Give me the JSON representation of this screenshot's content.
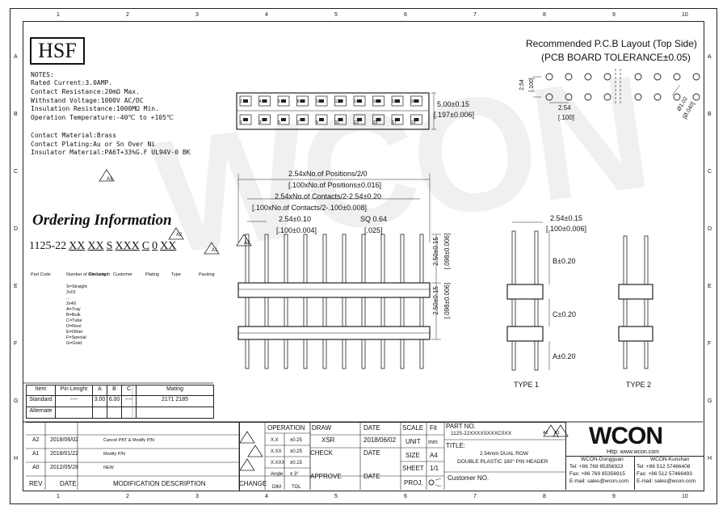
{
  "border": {
    "cols": [
      "1",
      "2",
      "3",
      "4",
      "5",
      "6",
      "7",
      "8",
      "9",
      "10"
    ],
    "rows": [
      "A",
      "B",
      "C",
      "D",
      "E",
      "F",
      "G",
      "H"
    ]
  },
  "logo_hsf": "HSF",
  "notes": {
    "title": "NOTES:",
    "lines": [
      "Rated Current:3.0AMP.",
      "Contact Resistance:20mΩ Max.",
      "Withstand Voltage:1000V AC/DC",
      "Insulation Resistance:1000MΩ Min.",
      "Operation Temperature:-40℃ to +105℃",
      "",
      "Contact Material:Brass",
      "Contact Plating:Au or Sn Over Ni",
      "Insulator Material:PA6T+33%G.F UL94V-0 BK"
    ],
    "rev_mark": "A3"
  },
  "ordering": {
    "title": "Ordering Information",
    "code": [
      "1125-22",
      "XX",
      "XX",
      "S",
      "XXX",
      "C",
      "0",
      "XX"
    ],
    "labels": [
      "Part Code",
      "Number of Contacts",
      "Pin Length",
      "Customer",
      "Plating",
      "Type",
      "Packing"
    ],
    "pin_list": [
      "S=Straight",
      "2x01",
      "...",
      "2x40",
      "A=Tray",
      "B=Bulk",
      "C=Tube",
      "D=Reel",
      "E=Other",
      "F=Special",
      "G=Gold"
    ],
    "rev_marks": [
      "A2",
      "A1"
    ]
  },
  "layout": {
    "title": "Recommended P.C.B Layout (Top Side)",
    "subtitle": "(PCB BOARD TOLERANCE±0.05)",
    "dim_254_v": "2.54",
    "dim_100_v": "[.100]",
    "dim_254_h": "2.54",
    "dim_100_h": "[.100]",
    "hole": "Ø1.02",
    "hole_in": "[Ø.040]"
  },
  "top_view": {
    "dim_h": "5.00±0.15",
    "dim_h_in": "[.197±0.006]",
    "pin_labels": [
      "2",
      "4",
      "6",
      "8",
      "10",
      "12",
      "14",
      "16",
      "18",
      "20"
    ],
    "pin_labels_bottom": [
      "1",
      "3",
      "5",
      "7",
      "9",
      "11",
      "13",
      "15",
      "17",
      "19"
    ]
  },
  "front_view": {
    "d1": "2.54xNo.of Positions/2/0",
    "d1_in": "[.100xNo.of Positions±0.016]",
    "d2": "2.54xNo.of Contacts/2-2.54±0.20",
    "d2_in": "[.100xNo.of Contacts/2-.100±0.008]",
    "d3": "2.54±0.10",
    "d3_in": "[.100±0.004]",
    "d4": "SQ 0.64",
    "d4_in": "[.025]",
    "d5": "2.50±0.15",
    "d5_in": "[.098±0.006]",
    "d6": "2.50±0.15",
    "d6_in": "[.098±0.006]",
    "rev_mark": "A2"
  },
  "side_views": {
    "d_pitch": "2.54±0.15",
    "d_pitch_in": "[.100±0.006]",
    "b": "B±0.20",
    "c": "C±0.20",
    "a": "A±0.20",
    "type1": "TYPE 1",
    "type2": "TYPE 2"
  },
  "pin_table": {
    "headers": [
      "Item",
      "Pin Lenght",
      "A",
      "B",
      "C",
      "Mating"
    ],
    "rows": [
      [
        "Standard",
        "----",
        "3.00",
        "6.00",
        "----",
        "2171 2185"
      ],
      [
        "Alternate",
        "",
        "",
        "",
        "",
        ""
      ]
    ]
  },
  "revisions": {
    "rows": [
      [
        "A2",
        "2018/06/02",
        "Cancel PBT & Modify P/N"
      ],
      [
        "A1",
        "2018/01/22",
        "Modify P/N"
      ],
      [
        "A0",
        "2012/05/28",
        "NEW"
      ]
    ],
    "header": [
      "REV",
      "DATE",
      "MODIFICATION DESCRIPTION",
      "CHANGE"
    ],
    "dim_col": "DIM",
    "tol_col": "TOL"
  },
  "tolerance": {
    "operation": "OPERATION",
    "rows": [
      [
        "X.X",
        "±0.25"
      ],
      [
        "X.XX",
        "±0.25"
      ],
      [
        "X.XXX",
        "±0.15"
      ],
      [
        "Angle",
        "± 3°"
      ]
    ]
  },
  "title_block": {
    "draw": "DRAW",
    "drawer": "XSR",
    "check": "CHECK",
    "approve": "APPROVE",
    "date": "DATE",
    "date_val": "2018/06/02",
    "scale": "SCALE",
    "fit": "Fit",
    "unit": "UNIT",
    "unit_val": "mm",
    "size": "SIZE",
    "size_val": "A4",
    "sheet": "SHEET",
    "sheet_val": "1/1",
    "proj": "PROJ.",
    "part_no_label": "PART NO.",
    "part_no": "1125-22XXXXSXXXC0XX",
    "part_rev": [
      "A2",
      "A1"
    ],
    "title_label": "TITLE:",
    "title_l1": "2.54mm DUAL ROW",
    "title_l2": "DOUBLE PLASTIC 180° PIN HEADER",
    "customer": "Customer NO."
  },
  "company": {
    "logo": "WCON",
    "url": "Http: www.wcon.com",
    "left_title": "WCON-Dongguan",
    "left_tel": "Tel: +86 769 85356923",
    "left_fax": "Fax: +86 769 85356915",
    "left_mail": "E-mail: sales@wcon.com",
    "right_title": "WCON-Kunshan",
    "right_tel": "Tel: +86 512 57466408",
    "right_fax": "Fax: +86 512 57466493",
    "right_mail": "E-mail: sales@wcon.com"
  }
}
